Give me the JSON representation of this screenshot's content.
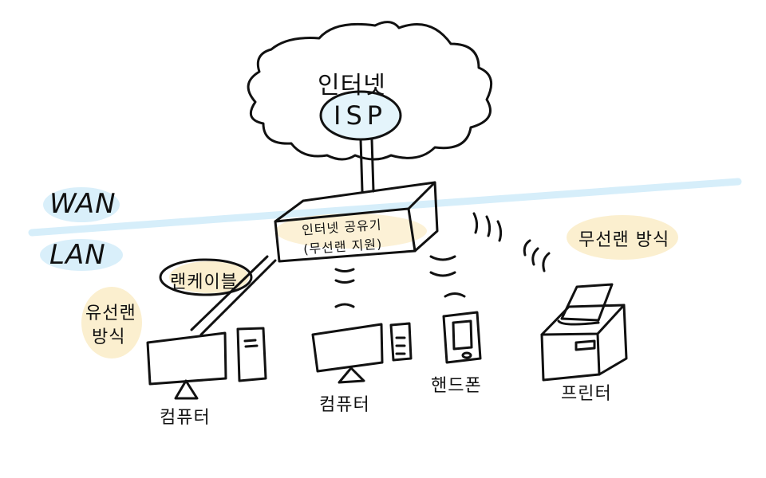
{
  "diagram": {
    "internet": {
      "label": "인터넷",
      "isp_label": "ISP"
    },
    "zones": {
      "wan": "WAN",
      "lan": "LAN"
    },
    "router": {
      "line1": "인터넷 공유기",
      "line2": "(무선랜 지원)"
    },
    "annotations": {
      "lan_cable": "랜케이블",
      "wired": {
        "line1": "유선랜",
        "line2": "방식"
      },
      "wireless": "무선랜 방식"
    },
    "devices": [
      {
        "id": "pc-wired",
        "label": "컴퓨터",
        "connection": "wired"
      },
      {
        "id": "pc-wireless",
        "label": "컴퓨터",
        "connection": "wireless"
      },
      {
        "id": "phone",
        "label": "핸드폰",
        "connection": "wireless"
      },
      {
        "id": "printer",
        "label": "프린터",
        "connection": "wireless"
      }
    ],
    "colors": {
      "ink": "#111111",
      "wan_lan_highlight": "#d6eefa",
      "label_highlight": "#fbefcf"
    }
  }
}
